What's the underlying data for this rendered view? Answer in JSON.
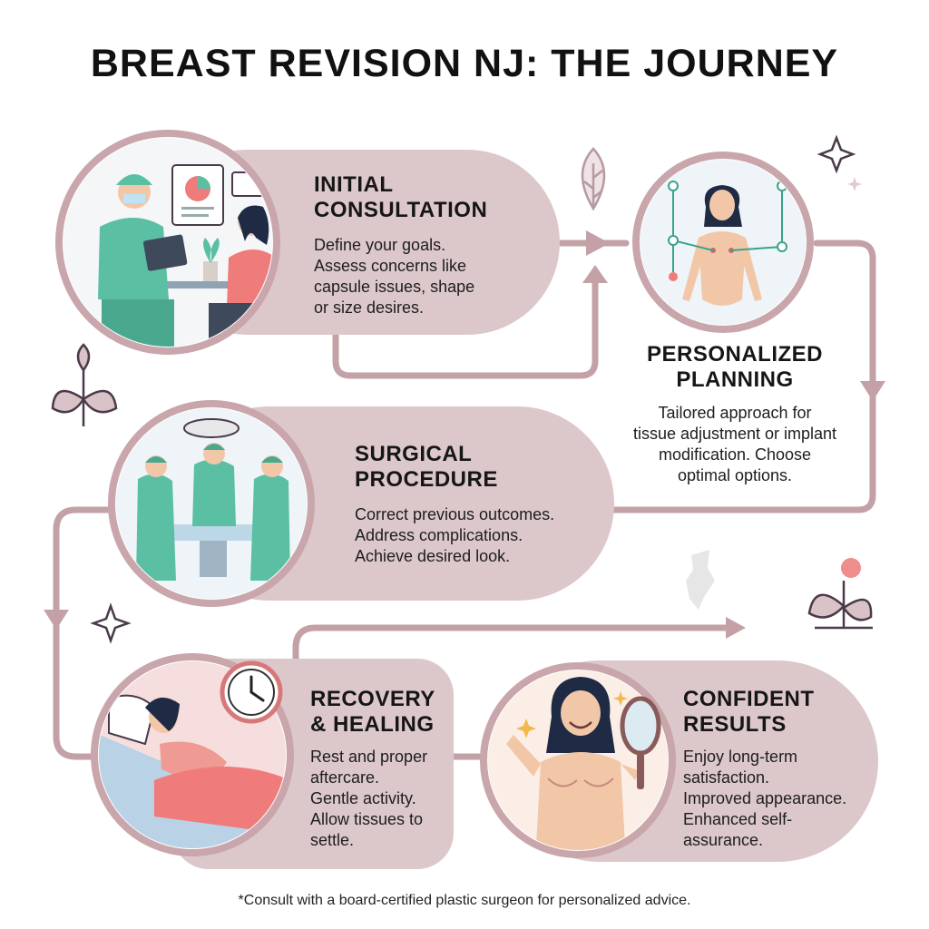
{
  "page": {
    "title": "BREAST REVISION NJ: THE JOURNEY",
    "footnote": "*Consult with a board-certified plastic surgeon for personalized advice."
  },
  "steps": [
    {
      "title": "INITIAL\nCONSULTATION",
      "description": "Define your goals.\nAssess concerns like\ncapsule issues, shape\nor size desires.",
      "illustration": "doctor-patient-consultation"
    },
    {
      "title": "PERSONALIZED\nPLANNING",
      "description": "Tailored approach for\ntissue adjustment or implant\nmodification. Choose\noptimal options.",
      "illustration": "body-planning-diagram"
    },
    {
      "title": "SURGICAL\nPROCEDURE",
      "description": "Correct previous outcomes.\nAddress complications.\nAchieve desired look.",
      "illustration": "operating-room"
    },
    {
      "title": "RECOVERY\n& HEALING",
      "description": "Rest and proper\naftercare.\nGentle activity.\nAllow tissues to\nsettle.",
      "illustration": "resting-patient-with-clock"
    },
    {
      "title": "CONFIDENT\nRESULTS",
      "description": "Enjoy long-term\nsatisfaction.\nImproved appearance.\nEnhanced self-\nassurance.",
      "illustration": "happy-woman-with-mirror"
    }
  ],
  "colors": {
    "pill": "#dcc8cb",
    "ring": "#c9a6ab",
    "connector": "#c3a1a6",
    "teal": "#5bbfa4",
    "skin": "#f2c7a8",
    "hair": "#1f2a44",
    "accent_pink": "#ef7b7b"
  }
}
